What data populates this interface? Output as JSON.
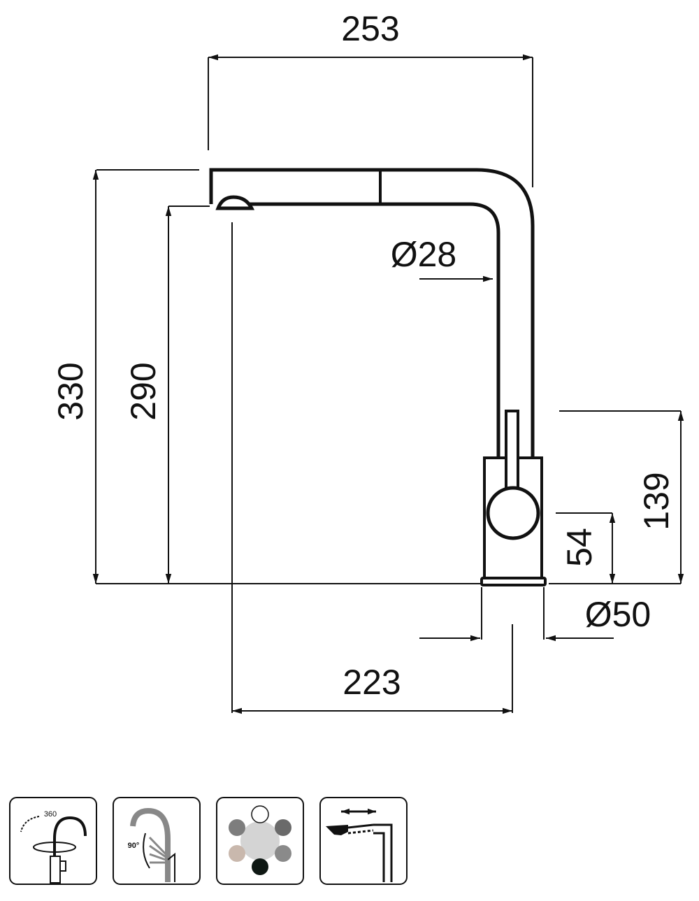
{
  "dimensions": {
    "width_top": "253",
    "height_total": "330",
    "height_spout": "290",
    "spout_diameter": "Ø28",
    "base_to_handle": "139",
    "handle_height": "54",
    "base_diameter": "Ø50",
    "reach": "223"
  },
  "icons": [
    {
      "name": "swivel-360-icon",
      "label": "360"
    },
    {
      "name": "handle-90-icon",
      "label": "90°"
    },
    {
      "name": "color-options-icon",
      "label": ""
    },
    {
      "name": "pull-out-spray-icon",
      "label": ""
    }
  ],
  "swatch_colors": [
    "#ffffff",
    "#7d7d7d",
    "#6a6a6a",
    "#c9b8ad",
    "#8a8a8a",
    "#0f1814"
  ],
  "line_color": "#111111"
}
